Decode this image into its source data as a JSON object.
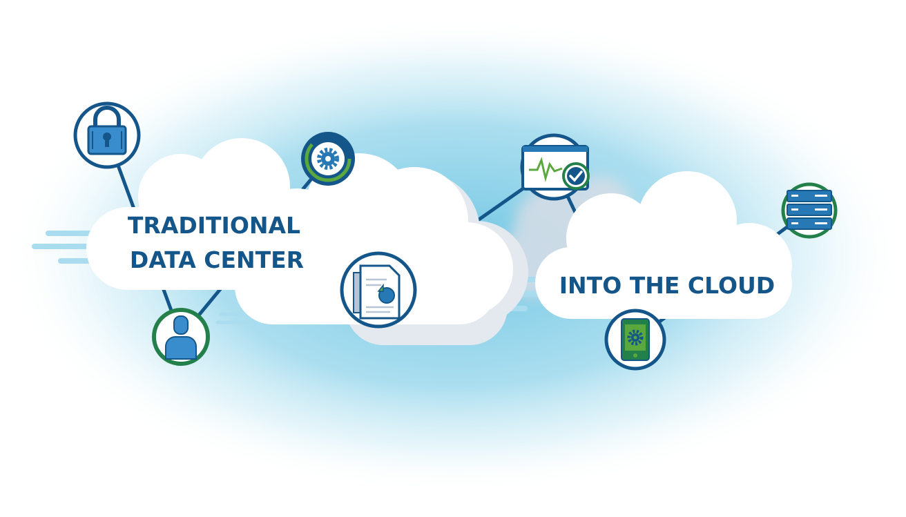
{
  "labels": {
    "left_line1": "TRADITIONAL",
    "left_line2": "DATA CENTER",
    "right": "INTO THE CLOUD"
  },
  "nodes": [
    {
      "id": "lock",
      "icon": "padlock-icon"
    },
    {
      "id": "user",
      "icon": "user-icon"
    },
    {
      "id": "gear",
      "icon": "gear-icon"
    },
    {
      "id": "report",
      "icon": "document-chart-icon"
    },
    {
      "id": "monitor",
      "icon": "monitor-check-icon"
    },
    {
      "id": "server",
      "icon": "server-stack-icon"
    },
    {
      "id": "mobile",
      "icon": "mobile-gear-icon"
    }
  ],
  "colors": {
    "primary": "#14568a",
    "secondary": "#2779b5",
    "green": "#23804a",
    "accent_green": "#5aa83e",
    "halo": "#7fcde6",
    "cloud": "#ffffff",
    "cloud_shadow": "#dde4ec"
  }
}
